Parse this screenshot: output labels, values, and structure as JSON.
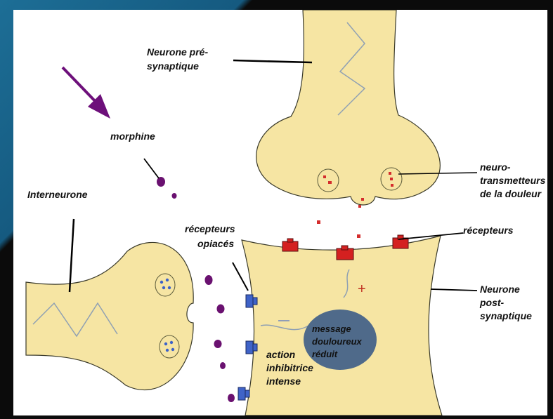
{
  "labels": {
    "pre_neuron_1": "Neurone pré-",
    "pre_neuron_2": "synaptique",
    "morphine": "morphine",
    "interneurone": "Interneurone",
    "neurotrans_1": "neuro-",
    "neurotrans_2": "transmetteurs",
    "neurotrans_3": "de la douleur",
    "opiate_rec_1": "récepteurs",
    "opiate_rec_2": "opiacés",
    "receptors": "récepteurs",
    "post_neuron_1": "Neurone",
    "post_neuron_2": "post-",
    "post_neuron_3": "synaptique",
    "message_1": "message",
    "message_2": "douloureux",
    "message_3": "réduit",
    "action_1": "action",
    "action_2": "inhibitrice",
    "action_3": "intense",
    "plus_sign": "+",
    "minus_sign": "—"
  },
  "colors": {
    "neuron_fill": "#f6e5a3",
    "neuron_stroke": "#3a3a2a",
    "transmitter": "#d42d2d",
    "receptor_red": "#d42020",
    "morphine": "#6a1170",
    "arrow": "#6d0f7a",
    "opiate_receptor": "#3f63c8",
    "vesicle_blue": "#3d62c8",
    "message_blob": "#4f6a8a"
  },
  "icons": [
    "purple-arrow-icon"
  ]
}
